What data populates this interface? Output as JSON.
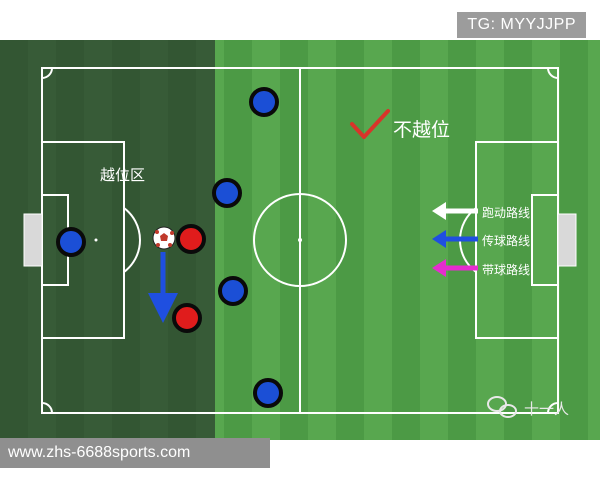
{
  "watermarks": {
    "telegram": "TG: MYYJJPP",
    "website": "www.zhs-6688sports.com",
    "wechat_account": "十一人"
  },
  "field": {
    "offside_zone_label": "越位区",
    "not_offside_label": "不越位",
    "legend": [
      {
        "label": "跑动路线",
        "color": "#ffffff"
      },
      {
        "label": "传球路线",
        "color": "#1f4fe0"
      },
      {
        "label": "带球路线",
        "color": "#e62ccf"
      }
    ]
  },
  "colors": {
    "pitch_dark": "#4c9a45",
    "pitch_light": "#58a74f",
    "offside_shade": "#232d28",
    "team_blue": "#1b4fd6",
    "team_red": "#e01c1c",
    "check_mark": "#d8342a"
  },
  "icons": {
    "check": "check-icon",
    "ball": "soccer-ball-icon",
    "wechat": "wechat-icon"
  }
}
